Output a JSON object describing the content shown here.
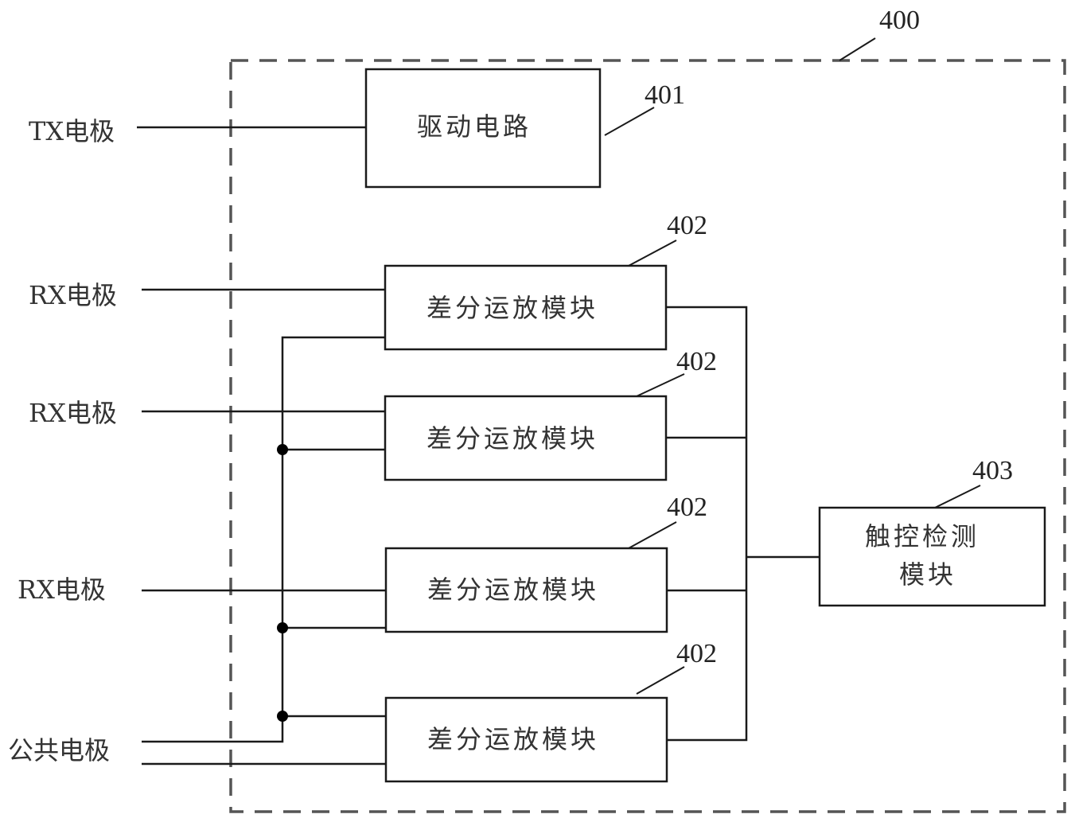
{
  "diagram": {
    "container": {
      "ref": "400"
    },
    "inputs": {
      "tx": "TX电极",
      "rx1": "RX电极",
      "rx2": "RX电极",
      "rx3": "RX电极",
      "common": "公共电极"
    },
    "driver": {
      "label": "驱动电路",
      "ref": "401"
    },
    "amps": [
      {
        "label": "差分运放模块",
        "ref": "402"
      },
      {
        "label": "差分运放模块",
        "ref": "402"
      },
      {
        "label": "差分运放模块",
        "ref": "402"
      },
      {
        "label": "差分运放模块",
        "ref": "402"
      }
    ],
    "detector": {
      "line1": "触控检测",
      "line2": "模块",
      "ref": "403"
    }
  }
}
